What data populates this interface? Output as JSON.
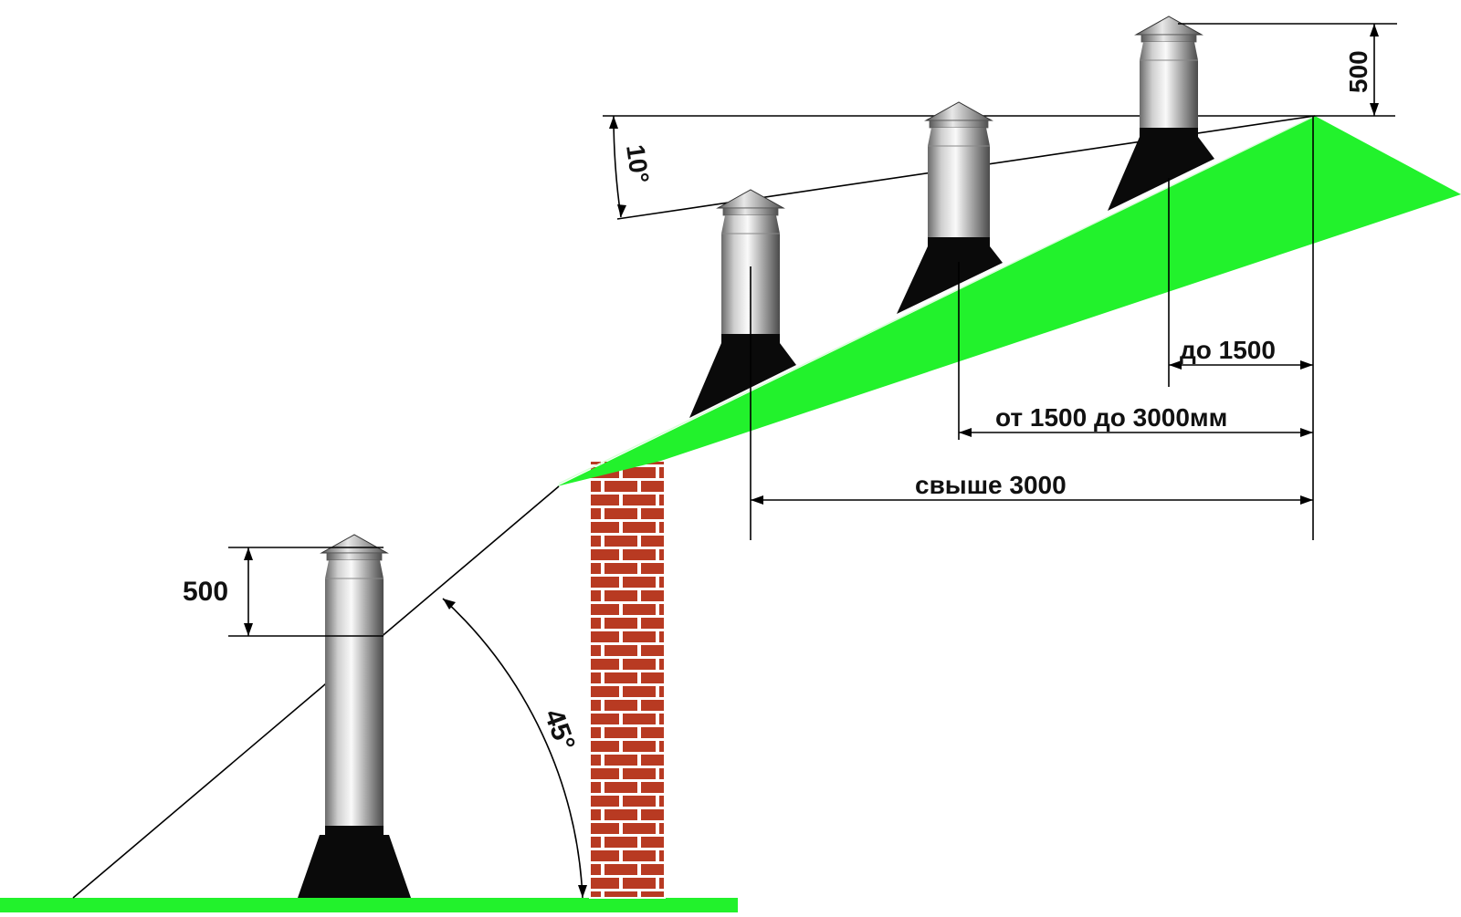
{
  "colors": {
    "roof": "#22f22c",
    "ground": "#22f22c",
    "brick": "#b83a22",
    "mortar": "#ffffff",
    "flashing": "#0a0a0a",
    "line": "#000000"
  },
  "icons": {
    "chimney": "chimney-pipe-icon",
    "cap": "rain-cap-icon"
  },
  "labels": {
    "dim_500_left": "500",
    "dim_500_top": "500",
    "angle_45": "45°",
    "angle_10": "10°",
    "up_to_1500": "до 1500",
    "from_1500_to_3000": "от 1500 до 3000мм",
    "over_3000": "свыше 3000"
  }
}
